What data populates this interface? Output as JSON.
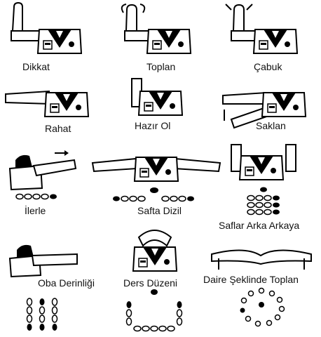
{
  "signals": [
    {
      "label": "Dikkat"
    },
    {
      "label": "Toplan"
    },
    {
      "label": "Çabuk"
    },
    {
      "label": "Rahat"
    },
    {
      "label": "Hazır Ol"
    },
    {
      "label": "Saklan"
    },
    {
      "label": "İlerle"
    },
    {
      "label": "Safta Dizil"
    },
    {
      "label": "Saflar Arka Arkaya"
    },
    {
      "label": "Oba Derinliği"
    },
    {
      "label": "Ders Düzeni"
    },
    {
      "label": "Daire Şeklinde Toplan"
    }
  ]
}
